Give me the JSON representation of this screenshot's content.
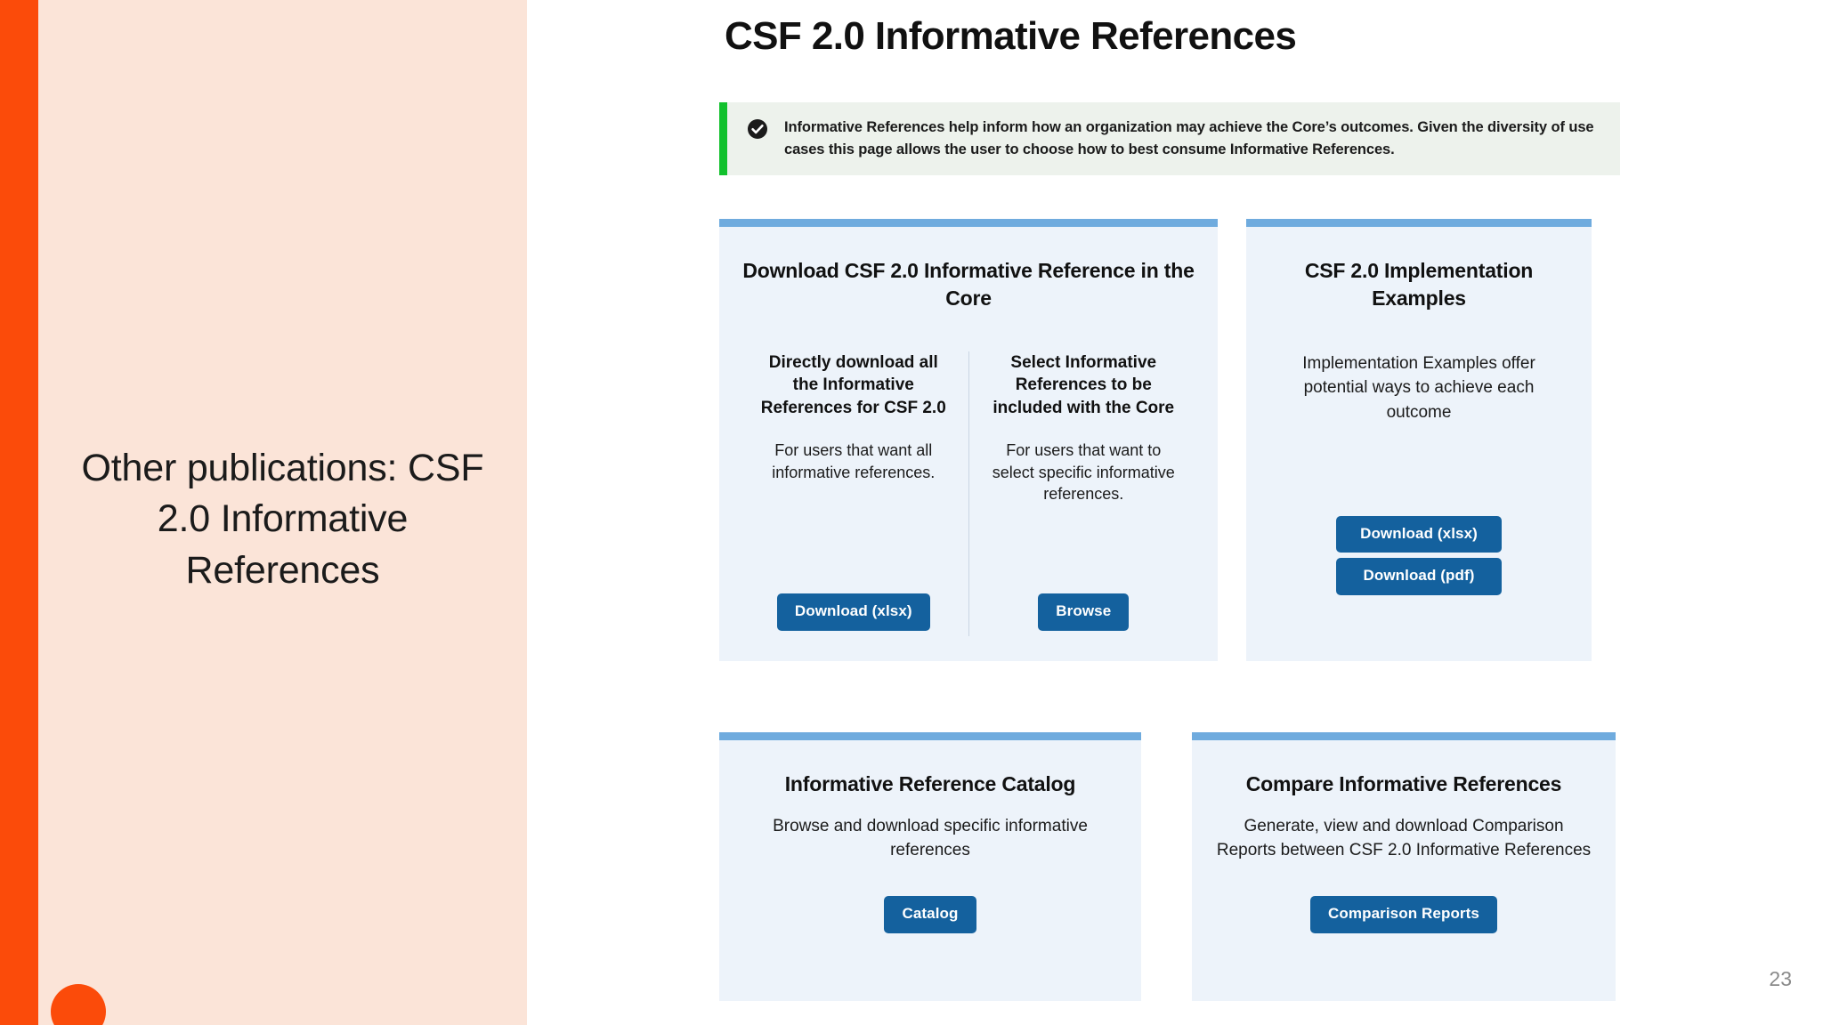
{
  "sidebar": {
    "title": "Other publications: CSF 2.0 Informative References",
    "accent_color": "#FB4B0A",
    "panel_color": "#FBE4D8"
  },
  "main": {
    "page_title": "CSF 2.0 Informative References",
    "alert": {
      "icon": "check-circle-icon",
      "text": "Informative References help inform how an organization may achieve the Core’s outcomes. Given the diversity of use cases this page allows the user to choose how to best consume Informative References.",
      "accent_color": "#12C12D",
      "background_color": "#EDF2EC"
    },
    "cards": [
      {
        "id": "download-core",
        "title": "Download CSF 2.0 Informative Reference in the Core",
        "columns": [
          {
            "heading": "Directly download all the Informative References for CSF 2.0",
            "body": "For users that want all informative references.",
            "button": "Download (xlsx)"
          },
          {
            "heading": "Select Informative References to be included with the Core",
            "body": "For users that want to select specific informative references.",
            "button": "Browse"
          }
        ]
      },
      {
        "id": "impl-examples",
        "title": "CSF 2.0 Implementation Examples",
        "description": "Implementation Examples offer potential ways to achieve each outcome",
        "buttons": [
          "Download (xlsx)",
          "Download (pdf)"
        ]
      },
      {
        "id": "ir-catalog",
        "title": "Informative Reference Catalog",
        "description": "Browse and download specific informative references",
        "button": "Catalog"
      },
      {
        "id": "compare-ir",
        "title": "Compare Informative References",
        "description": "Generate, view and download Comparison Reports between CSF 2.0 Informative References",
        "button": "Comparison Reports"
      }
    ],
    "card_accent_color": "#6FABDE",
    "card_background_color": "#EDF3FA",
    "button_color": "#14619E"
  },
  "footer": {
    "page_number": "23"
  }
}
